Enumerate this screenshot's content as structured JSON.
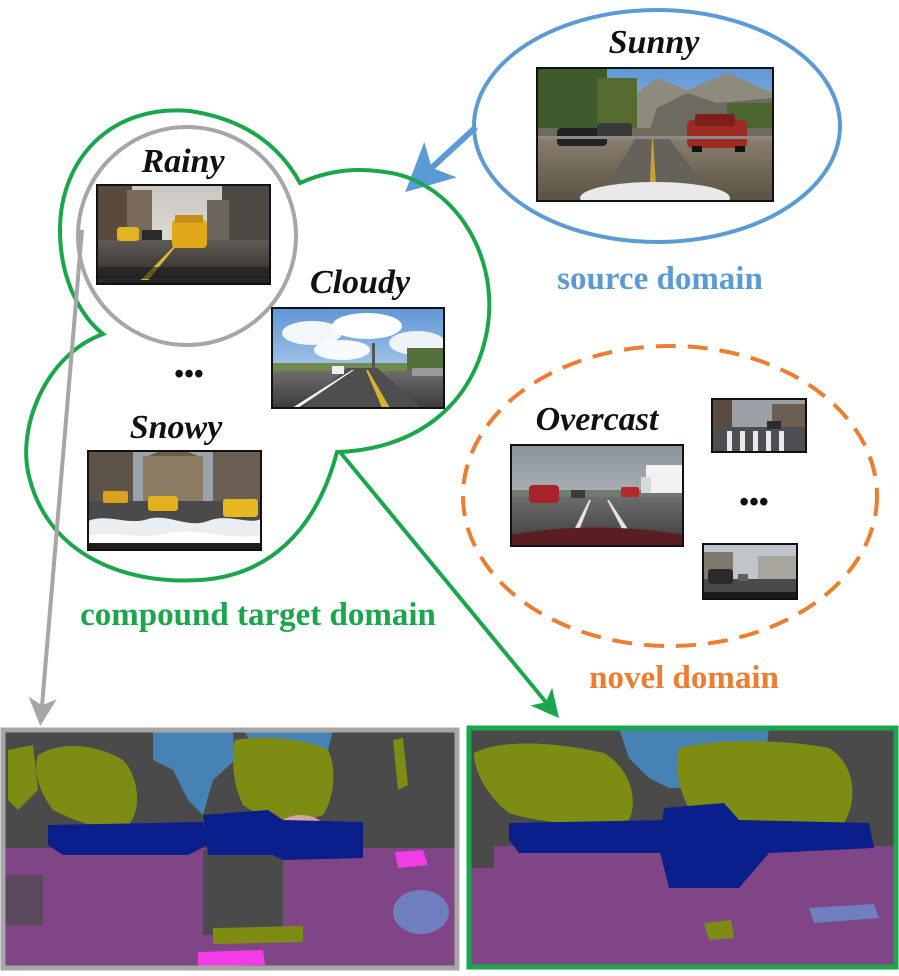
{
  "source": {
    "weather": "Sunny",
    "label": "source domain",
    "color": "#5b9bd5"
  },
  "compound": {
    "weathers": {
      "rainy": "Rainy",
      "cloudy": "Cloudy",
      "snowy": "Snowy"
    },
    "ellipsis": "•••",
    "label": "compound target domain",
    "color": "#1aa64a",
    "subset_color": "#a6a6a6"
  },
  "novel": {
    "weather": "Overcast",
    "ellipsis": "•••",
    "label": "novel domain",
    "color": "#ed7d31"
  },
  "segmentation_colors": {
    "road": "#7f4586",
    "car": "#0a1f8c",
    "vegetation": "#7e8c14",
    "building": "#4a4a4a",
    "sky": "#4682b4",
    "person": "#d6a3a3",
    "sidewalk": "#f23ce8",
    "terrain": "#6f7fbf"
  }
}
